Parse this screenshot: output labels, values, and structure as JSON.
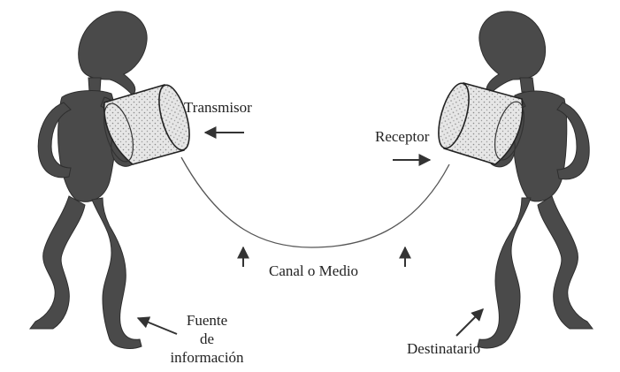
{
  "labels": {
    "transmisor": "Transmisor",
    "receptor": "Receptor",
    "canal": "Canal o Medio",
    "fuente_line1": "Fuente",
    "fuente_line2": "de",
    "fuente_line3": "información",
    "destinatario": "Destinatario"
  },
  "colors": {
    "figure": "#4a4a4a",
    "can_fill": "#e3e3e3",
    "outline": "#222222",
    "string": "#555555",
    "background": "#ffffff"
  }
}
